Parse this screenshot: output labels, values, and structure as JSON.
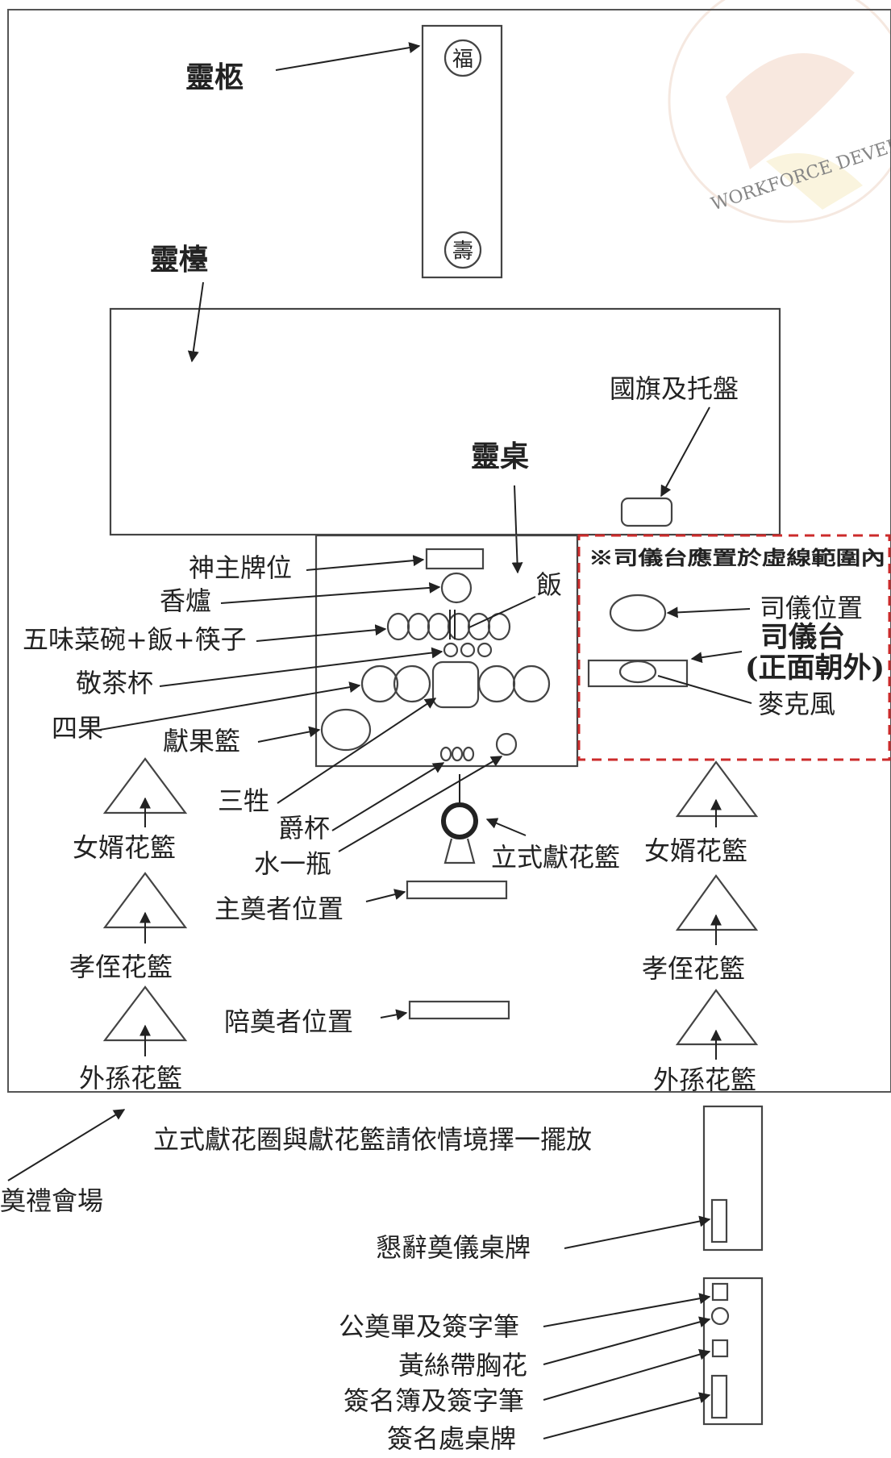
{
  "diagram": {
    "labels": {
      "coffin": "靈柩",
      "fu": "福",
      "shou": "壽",
      "altar_platform": "靈檯",
      "flag_tray": "國旗及托盤",
      "spirit_table": "靈桌",
      "rice": "飯",
      "ancestral_tablet": "神主牌位",
      "incense_burner": "香爐",
      "five_dishes": "五味菜碗+飯+筷子",
      "tea_cups": "敬茶杯",
      "four_fruits": "四果",
      "fruit_basket": "獻果籃",
      "three_sacrifices": "三牲",
      "wine_cups": "爵杯",
      "water_bottle": "水一瓶",
      "standing_flower_basket": "立式獻花籃",
      "mc_note": "※司儀台應置於虛線範圍內",
      "mc_position": "司儀位置",
      "mc_stand": "司儀台",
      "mc_facing": "(正面朝外)",
      "microphone": "麥克風",
      "son_in_law_left": "女婿花籃",
      "nephew_left": "孝侄花籃",
      "grandson_left": "外孫花籃",
      "son_in_law_right": "女婿花籃",
      "nephew_right": "孝侄花籃",
      "grandson_right": "外孫花籃",
      "chief_mourner": "主奠者位置",
      "accompanying_mourner": "陪奠者位置",
      "wreath_note": "立式獻花圈與獻花籃請依情境擇一擺放",
      "venue": "奠禮會場",
      "decline_sign": "懇辭奠儀桌牌",
      "public_form": "公奠單及簽字筆",
      "corsage": "黃絲帶胸花",
      "guest_book": "簽名簿及簽字筆",
      "signin_sign": "簽名處桌牌"
    },
    "watermark": "WORKFORCE DEVELOPMENT AGENCY",
    "colors": {
      "line": "#222222",
      "dashed_zone": "#cc2b2b",
      "watermark": "#e8c3b0"
    }
  }
}
